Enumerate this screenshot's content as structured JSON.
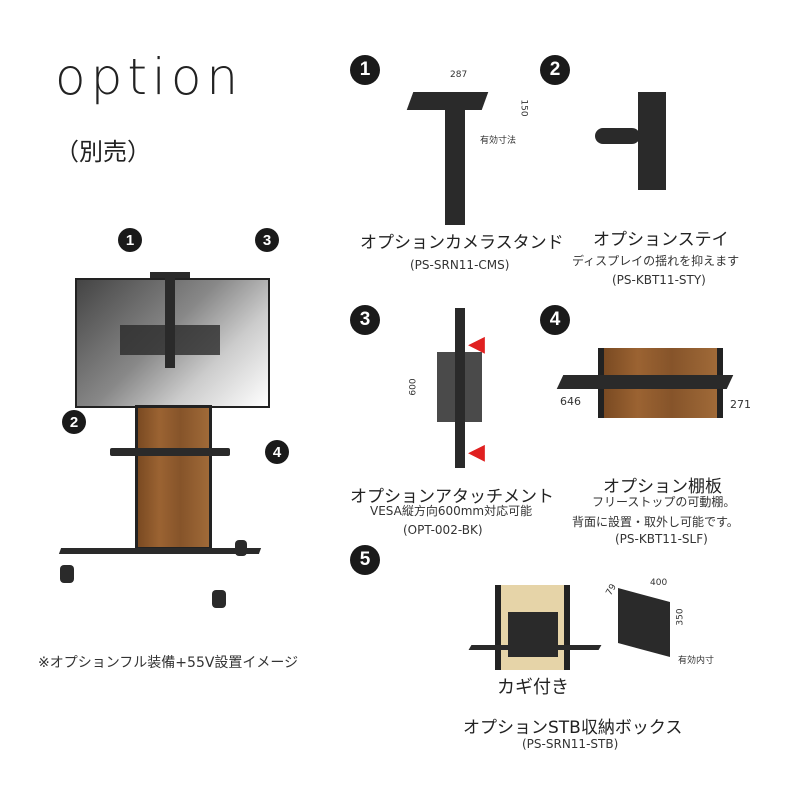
{
  "header": {
    "title": "option",
    "subtitle": "（別売）"
  },
  "main_image": {
    "caption": "※オプションフル装備+55V設置イメージ",
    "markers": [
      "1",
      "2",
      "3",
      "4"
    ]
  },
  "options": [
    {
      "number": "1",
      "name": "オプションカメラスタンド",
      "description": "",
      "model": "(PS-SRN11-CMS)",
      "dims": [
        "287",
        "150"
      ],
      "dim_note": "有効寸法"
    },
    {
      "number": "2",
      "name": "オプションステイ",
      "description": "ディスプレイの揺れを抑えます",
      "model": "(PS-KBT11-STY)"
    },
    {
      "number": "3",
      "name": "オプションアタッチメント",
      "description": "VESA縦方向600mm対応可能",
      "model": "(OPT-002-BK)",
      "dims": [
        "600"
      ]
    },
    {
      "number": "4",
      "name": "オプション棚板",
      "description": "フリーストップの可動棚。",
      "description2": "背面に設置・取外し可能です。",
      "model": "(PS-KBT11-SLF)",
      "dims": [
        "646",
        "271"
      ]
    },
    {
      "number": "5",
      "name": "オプションSTB収納ボックス",
      "description": "カギ付き",
      "model": "(PS-SRN11-STB)",
      "dims": [
        "79",
        "400",
        "350"
      ],
      "dim_note": "有効内寸"
    }
  ]
}
